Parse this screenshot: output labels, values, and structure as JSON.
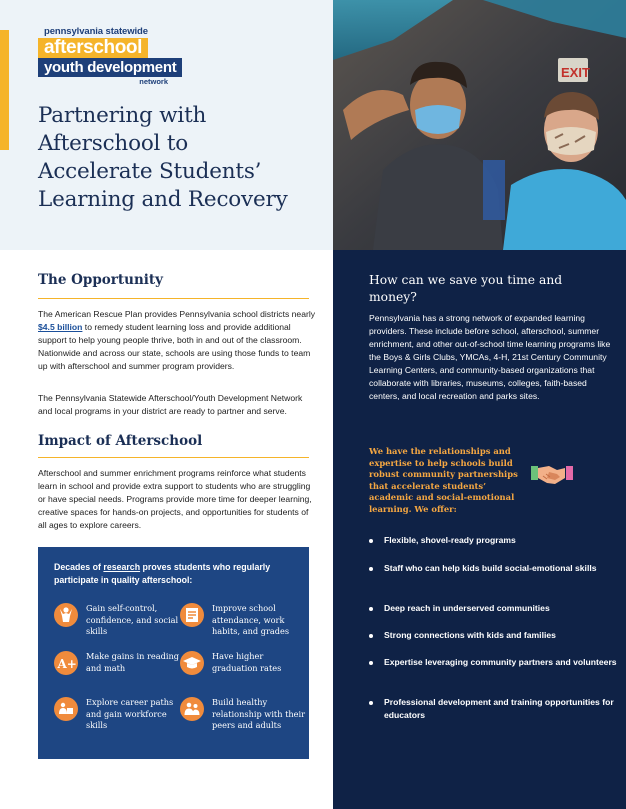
{
  "logo": {
    "top": "pennsylvania statewide",
    "afterschool": "afterschool",
    "youth": "youth development",
    "network": "network"
  },
  "title_lines": [
    "Partnering with",
    "Afterschool to",
    "Accelerate Students’",
    "Learning and Recovery"
  ],
  "photo": {
    "exit_sign": "EXIT"
  },
  "left": {
    "opportunity_heading": "The Opportunity",
    "opp_p1_a": "The American Rescue Plan provides Pennsylvania school districts nearly ",
    "opp_p1_link": "$4.5 billion",
    "opp_p1_b": " to remedy student learning loss and provide additional support to help young people thrive, both in and out of the classroom. Nationwide and across our state, schools are using those funds to team up with afterschool and summer program providers.",
    "opp_p2": "The Pennsylvania Statewide Afterschool/Youth Development Network and local programs in your district are ready to partner and serve.",
    "impact_heading": "Impact of Afterschool",
    "impact_p": "Afterschool and summer enrichment programs reinforce what students learn in school and provide extra support to students who are struggling or have special needs. Programs provide more time for deeper learning, creative spaces for hands-on projects, and opportunities for students of all ages to explore careers."
  },
  "research": {
    "title_a": "Decades of ",
    "title_link": "research",
    "title_b": " proves students who regularly participate in quality afterschool:",
    "items": [
      {
        "text": "Gain self-control, confidence, and social skills",
        "icon": "person-cheer-icon"
      },
      {
        "text": "Improve school attendance, work habits, and grades",
        "icon": "report-card-icon"
      },
      {
        "text": "Make gains in reading and math",
        "icon": "a-plus-icon",
        "glyph": "A+"
      },
      {
        "text": "Have higher graduation rates",
        "icon": "graduation-cap-icon"
      },
      {
        "text": "Explore career paths and gain workforce skills",
        "icon": "career-icon"
      },
      {
        "text": "Build healthy relationship with their peers and adults",
        "icon": "people-icon"
      }
    ]
  },
  "right": {
    "heading": "How can we save you time and money?",
    "paragraph": "Pennsylvania has a strong network of expanded learning providers. These include before school, afterschool, summer enrichment, and other out-of-school time learning programs like the Boys & Girls Clubs, YMCAs, 4-H, 21st Century Community Learning Centers, and community-based organizations that collaborate with libraries, museums, colleges, faith-based centers, and local recreation and parks sites.",
    "callout": "We have the relationships and expertise to help schools build robust community partnerships that accelerate students’ academic and social-emotional learning. We offer:",
    "callout_icon": "handshake-icon",
    "offers": [
      " Flexible, shovel-ready programs",
      "Staff who can help kids build social-emotional skills",
      "Deep reach in underserved communities",
      "Strong connections with kids and families",
      "Expertise leveraging community partners and volunteers",
      "Professional development and training opportunities for educators"
    ]
  },
  "colors": {
    "navy": "#0f2246",
    "research_blue": "#1e4683",
    "gold": "#f5b42a",
    "orange_icon": "#f08b3c",
    "callout_orange": "#f5a742",
    "title_blue": "#1b2f55"
  }
}
